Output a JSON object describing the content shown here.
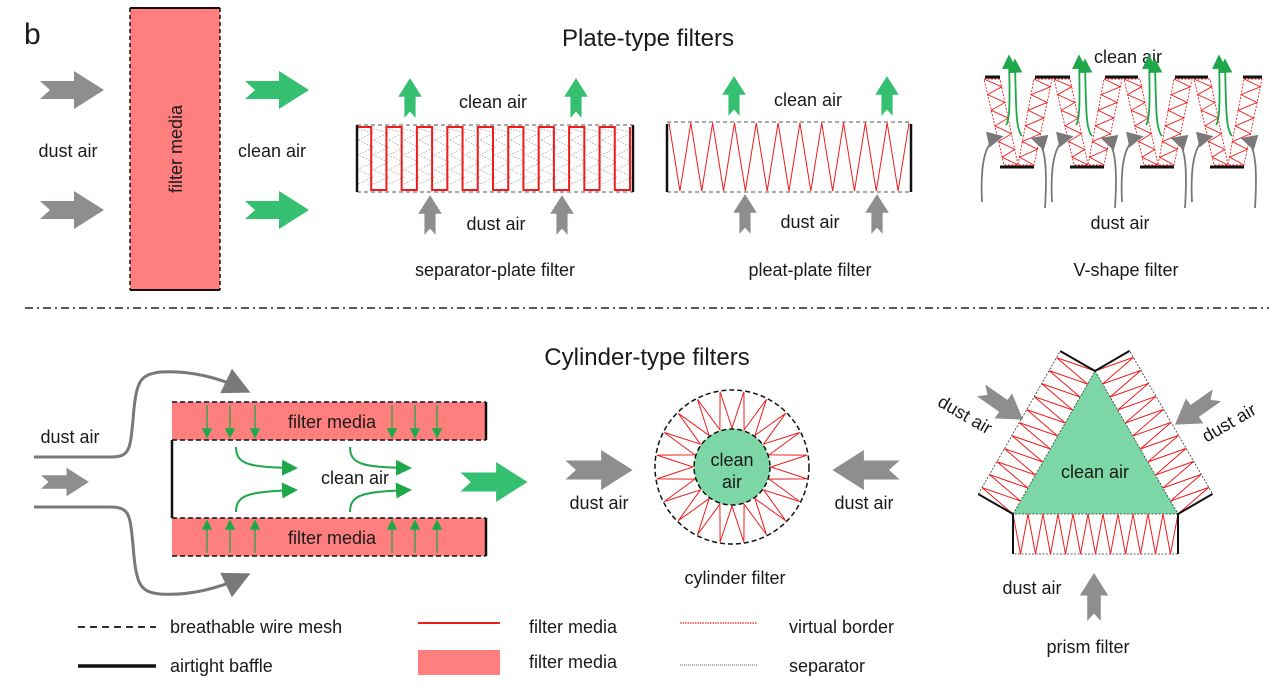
{
  "panel_letter": "b",
  "colors": {
    "filter_media_fill": "#ff7f7f",
    "filter_media_line": "#ee1c1c",
    "clean_air_fill": "#7dd6a6",
    "green_arrow": "#34c070",
    "green_flow": "#1ea84a",
    "gray_arrow": "#8f8d8d",
    "gray_flow": "#7a7878",
    "baffle": "#111111"
  },
  "plate": {
    "title": "Plate-type filters",
    "basic": {
      "filter_media": "filter media",
      "dust_air": "dust air",
      "clean_air": "clean air"
    },
    "separator_plate": {
      "caption": "separator-plate filter",
      "clean_air": "clean air",
      "dust_air": "dust air"
    },
    "pleat_plate": {
      "caption": "pleat-plate filter",
      "clean_air": "clean air",
      "dust_air": "dust air"
    },
    "v_shape": {
      "caption": "V-shape filter",
      "clean_air": "clean air",
      "dust_air": "dust air"
    }
  },
  "cylinder": {
    "title": "Cylinder-type filters",
    "tube": {
      "dust_air": "dust air",
      "clean_air": "clean air",
      "filter_media_top": "filter media",
      "filter_media_bottom": "filter media"
    },
    "round": {
      "caption": "cylinder filter",
      "center_line1": "clean",
      "center_line2": "air",
      "dust_left": "dust air",
      "dust_right": "dust air"
    },
    "prism": {
      "caption": "prism filter",
      "clean_air": "clean air",
      "dust_left": "dust air",
      "dust_right": "dust air",
      "dust_bottom": "dust air"
    }
  },
  "legend": [
    {
      "key": "dashed-black",
      "label": "breathable wire mesh"
    },
    {
      "key": "solid-black",
      "label": "airtight baffle"
    },
    {
      "key": "solid-red",
      "label": "filter media"
    },
    {
      "key": "fill-red",
      "label": "filter media"
    },
    {
      "key": "dotted-red",
      "label": "virtual border"
    },
    {
      "key": "dotted-black",
      "label": "separator"
    }
  ]
}
